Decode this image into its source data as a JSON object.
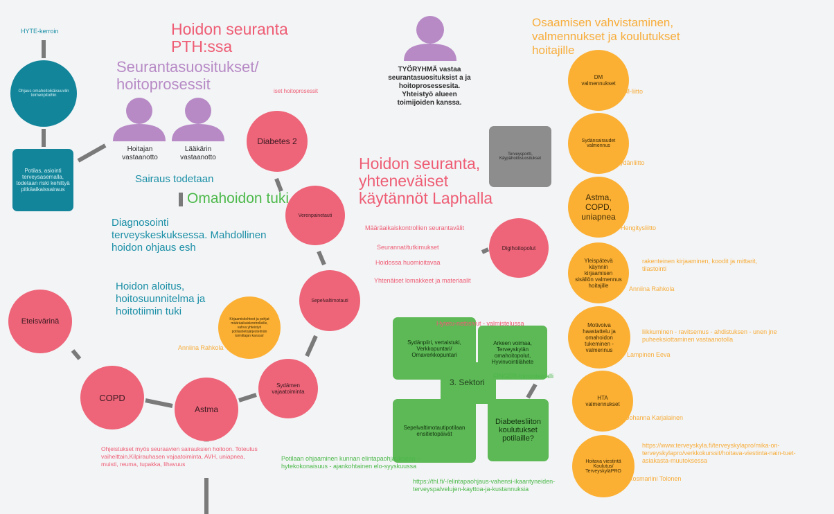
{
  "titles": {
    "hoidon_seuranta_pth": "Hoidon seuranta PTH:ssa",
    "seurantasuositukset": "Seurantasuositukset/ hoitoprosessit",
    "osaamisen": "Osaamisen vahvistaminen, valmennukset ja koulutukset hoitajille",
    "hoidon_seuranta_lappi": "Hoidon seuranta, yhteneväiset käytännöt Laphalla"
  },
  "left": {
    "hyte": "HYTE-kerroin",
    "ohjaus": "Ohjaus omahoitoikäisuuvlin toimenpitoihin",
    "potilas": "Potilas, asiointi terveysasemalla, todetaan riski kehittyä pitkäaikaissairaus",
    "hoitajan": "Hoitajan vastaanotto",
    "laakarin": "Lääkärin vastaanotto",
    "sairaus": "Sairaus todetaan",
    "omahoidon": "Omahoidon tuki",
    "diagnosointi": "Diagnosointi terveyskeskuksessa. Mahdollinen hoidon ohjaus esh",
    "hoidon_aloitus": "Hoidon aloitus, hoitosuunnitelma ja hoitotiimin tuki",
    "iset": "iset hoitoprosessit",
    "eteisvarina": "Eteisvärinä",
    "copd": "COPD",
    "astma": "Astma",
    "diabetes": "Diabetes 2",
    "verenpaine": "Verenpainetauti",
    "sepelvaltimo": "Sepelvaltimotauti",
    "sydamen": "Sydämen vajaatoiminta",
    "kirjaamis": "Kirjaamiskohteet ja pohjat määräaikaiskontrolleille, vahva yhteistyö potilastietojärjestelmän toimittajan kanssa!",
    "anniina1": "Anniina Rahkola",
    "ohjeistukset": "Ohjeistukset myös seuraavien sairauksien hoitoon. Toteutus vaiheittain.Kilpirauhasen vajaatoiminta, AVH, uniapnea, muisti, reuma, tupakka, lihavuus"
  },
  "middle": {
    "tyoryhma": "TYÖRYHMÄ vastaa seurantasuosituksist a ja hoitoprosessesita. Yhteistyö alueen toimijoiden kanssa.",
    "terveysportti": "Terveysportti, Käypähoitosuositukset",
    "maaraaikais": "Määräaikaiskontrollien seurantavälit",
    "seurannat": "Seurannat/tutkimukset",
    "hoidossa": "Hoidossa huomioitavaa",
    "yhtenaiset": "Yhtenäiset lomakkeet ja materiaalit",
    "digihoito": "Digihoitopolut",
    "hytetu": "Hytetu-nettisivut - valmistelussa",
    "sydanpiiri": "Sydänpiiri, vertaistuki, Verkkopuntari/ Omaverkkopuntari",
    "arkeen": "Arkeen voimaa, Terveyskylän omahoitopolut, Hyvinvointilähete",
    "finger": "FINGER-toimintamalli",
    "sektori": "3. Sektori",
    "sepelvaltimopotilaan": "Sepelvaltimotautipotilaan ensitietopäivät",
    "diabetesliitto": "Diabetesliiton koulutukset potilaille?",
    "potilaan_ohjaaminen": "Potilaan ohjaaminen kunnan elintapaohjaukseen -- hytekokonaisuus - ajankohtainen elo-syyskuussa",
    "thl": "https://thl.fi/-/elintapaohjaus-vahensi-ikaantyneiden-terveyspalvelujen-kayttoa-ja-kustannuksia"
  },
  "right": {
    "dm": "DM valmennukset",
    "dmliitto": "DM-liitto",
    "sydansairaudet": "Sydänsairaudet valmennus",
    "sydanliitto": "Sydänliitto",
    "astma_copd": "Astma, COPD, uniapnea",
    "hengitysliitto": "Hengitysliitto",
    "yleispateva": "Yleispätevä käynnin kirjaamisen sisällön valmennus hoitajille",
    "rakenteinen": "rakenteinen kirjaaminen, koodit ja mittarit, tilastointi",
    "anniina2": "Anniina Rahkola",
    "motivoiva": "Motivoiva haastattelu ja omahoidon tukeminen - valmennus",
    "liikkuminen": "liikkuminen - ravitsemus - ahdistuksen - unen jne puheeksiottaminen vastaanotolla",
    "lampinen": "Lampinen Eeva",
    "hta": "HTA valmennukset",
    "johanna": "Johanna Karjalainen",
    "hoitava": "Hoitava viestintä Koulutus/ TerveyskyläPRO",
    "terveyskyla_url": "https://www.terveyskyla.fi/terveyskylapro/mika-on-terveyskylapro/verkkokurssit/hoitava-viestinta-nain-tuet-asiakasta-muutoksessa",
    "rosmariini": "Rosmariini Tolonen"
  },
  "colors": {
    "pink": "#ee6478",
    "orange": "#fbb034",
    "teal": "#12859b",
    "green": "#5db856",
    "purple": "#b78ac6",
    "connector": "#7a7a7a"
  }
}
